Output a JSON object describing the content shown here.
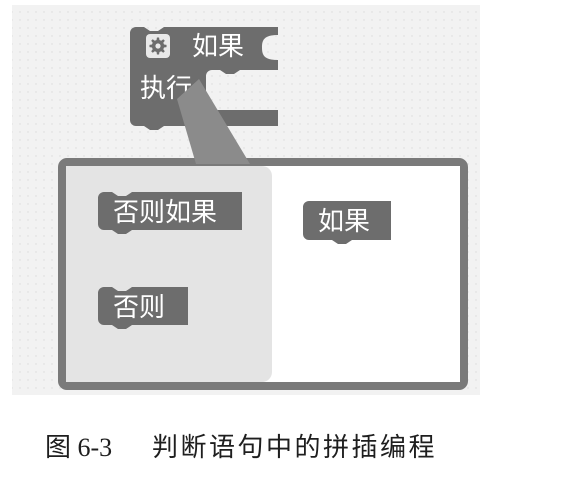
{
  "figure": {
    "workspace": {
      "if_block": {
        "icon": "gear-icon",
        "if_label": "如果",
        "do_label": "执行"
      },
      "mutator": {
        "flyout": {
          "blocks": [
            {
              "label": "否则如果"
            },
            {
              "label": "否则"
            }
          ]
        },
        "workspace": {
          "blocks": [
            {
              "label": "如果"
            }
          ]
        }
      }
    },
    "caption": {
      "number": "图 6-3",
      "title": "判断语句中的拼插编程"
    }
  },
  "colors": {
    "block": "#6d6d6d",
    "block_text": "#ffffff",
    "pointer": "#8b8b8b",
    "bubble_border": "#7a7a7a",
    "bubble_bg": "#ffffff",
    "flyout": "#e4e4e4",
    "workspace_bg": "#f2f2f2",
    "workspace_dot": "#dadada",
    "gear_bg": "#e9e9e9",
    "caption_text": "#1e1e1e"
  }
}
